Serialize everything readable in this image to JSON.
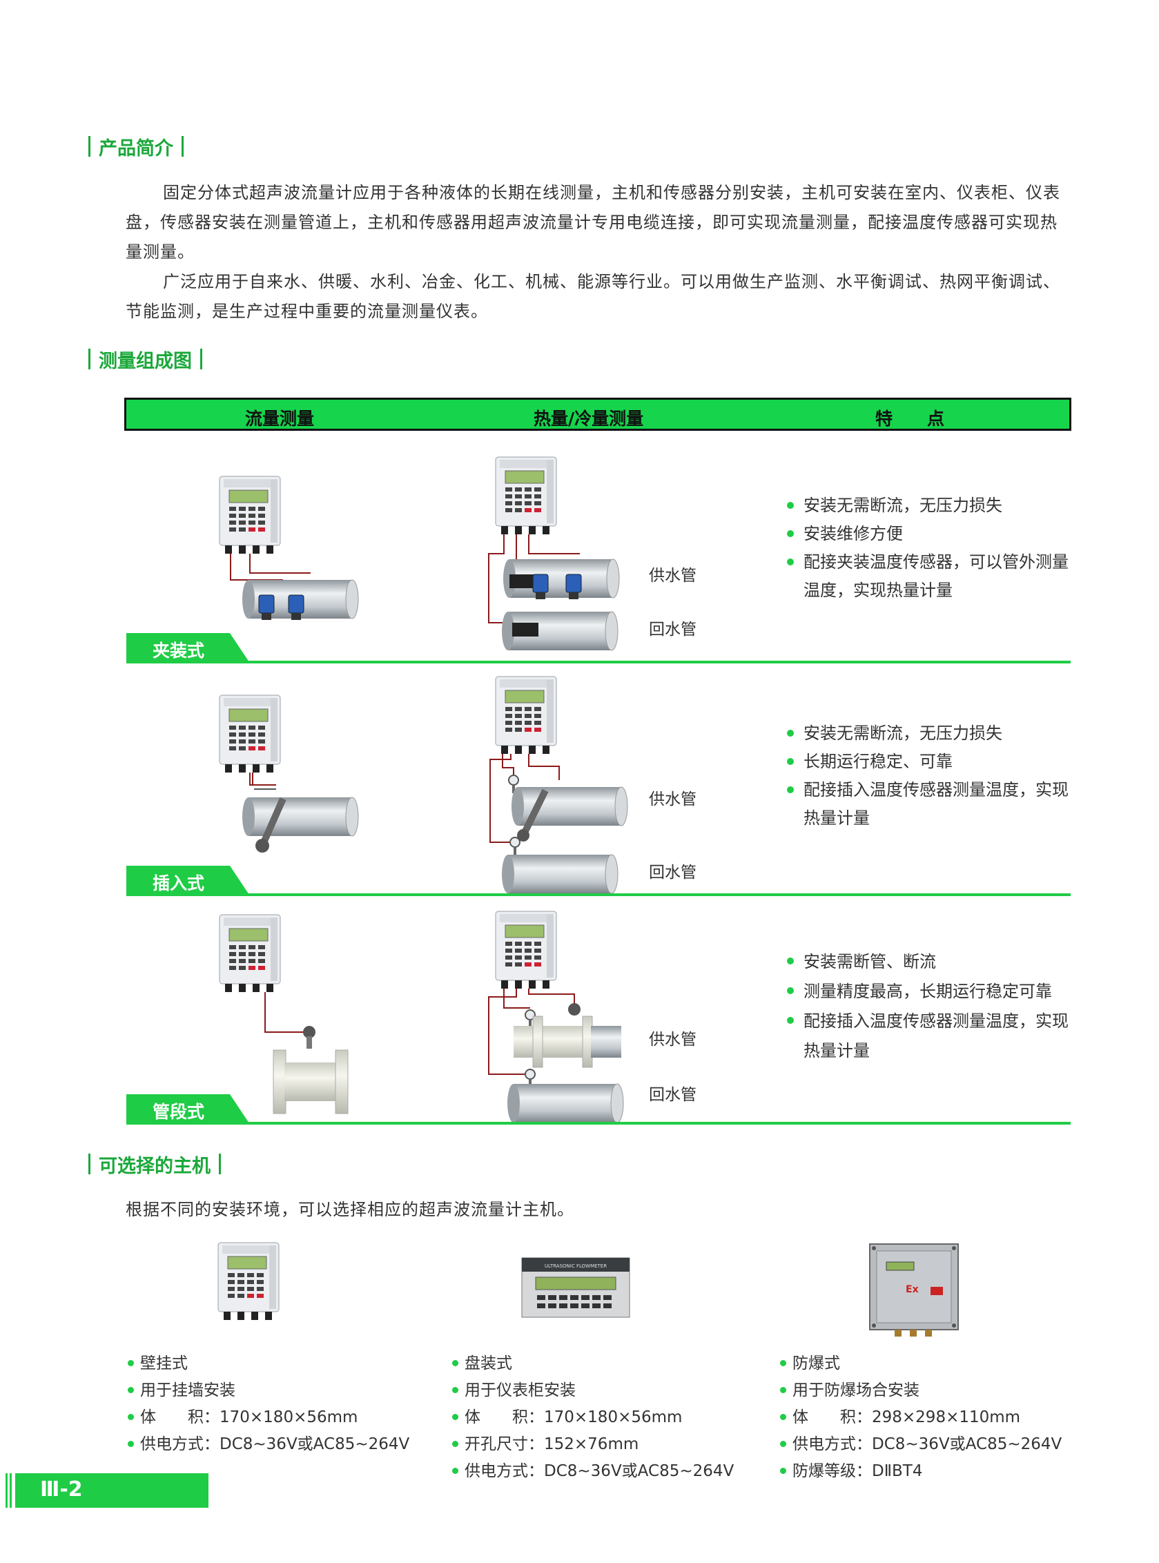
{
  "sections": {
    "intro_title": "产品简介",
    "composition_title": "测量组成图",
    "hosts_title": "可选择的主机"
  },
  "intro": {
    "p1": "固定分体式超声波流量计应用于各种液体的长期在线测量，主机和传感器分别安装，主机可安装在室内、仪表柜、仪表盘，传感器安装在测量管道上，主机和传感器用超声波流量计专用电缆连接，即可实现流量测量，配接温度传感器可实现热量测量。",
    "p2": "广泛应用于自来水、供暖、水利、冶金、化工、机械、能源等行业。可以用做生产监测、水平衡调试、热网平衡调试、节能监测，是生产过程中重要的流量测量仪表。"
  },
  "table": {
    "col1": "流量测量",
    "col2": "热量/冷量测量",
    "col3": "特　　点",
    "supply_label": "供水管",
    "return_label": "回水管",
    "rows": [
      {
        "tag": "夹装式",
        "features": [
          "安装无需断流，无压力损失",
          "安装维修方便",
          "配接夹装温度传感器，可以管外测量温度，实现热量计量"
        ]
      },
      {
        "tag": "插入式",
        "features": [
          "安装无需断流，无压力损失",
          "长期运行稳定、可靠",
          "配接插入温度传感器测量温度，实现热量计量"
        ]
      },
      {
        "tag": "管段式",
        "features": [
          "安装需断管、断流",
          "测量精度最高，长期运行稳定可靠",
          "配接插入温度传感器测量温度，实现热量计量"
        ]
      }
    ]
  },
  "hosts": {
    "intro": "根据不同的安装环境，可以选择相应的超声波流量计主机。",
    "items": [
      {
        "name": "壁挂式",
        "specs": [
          "用于挂墙安装",
          "体　　积：170×180×56mm",
          "供电方式：DC8~36V或AC85~264V"
        ]
      },
      {
        "name": "盘装式",
        "specs": [
          "用于仪表柜安装",
          "体　　积：170×180×56mm",
          "开孔尺寸：152×76mm",
          "供电方式：DC8~36V或AC85~264V"
        ]
      },
      {
        "name": "防爆式",
        "specs": [
          "用于防爆场合安装",
          "体　　积：298×298×110mm",
          "供电方式：DC8~36V或AC85~264V",
          "防爆等级：DⅡBT4"
        ]
      }
    ],
    "panel_screen_text": "ULTRASONIC FLOWMETER",
    "ex_mark": "Ex"
  },
  "footer": {
    "page": "Ⅲ-2"
  },
  "colors": {
    "green": "#1fcc45",
    "header_green": "#16d44c",
    "text": "#333333"
  }
}
